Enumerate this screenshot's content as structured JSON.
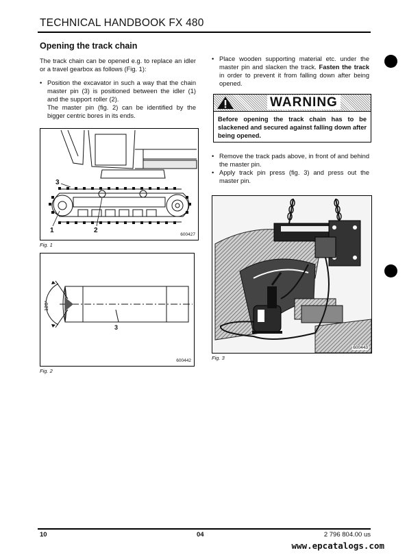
{
  "header": {
    "title": "TECHNICAL HANDBOOK FX 480"
  },
  "section": {
    "title": "Opening the track chain"
  },
  "left_column": {
    "intro": "The track chain can be opened e.g. to replace an idler or a travel gearbox as follows (Fig. 1):",
    "bullet1": "Position the excavator in such a way that the chain master pin (3) is positioned between the idler (1) and the support roller (2).",
    "note": "The master pin (fig. 2) can be identified by the bigger centric bores in its ends."
  },
  "right_column": {
    "bullet1_pre": "Place wooden supporting material etc. under the master pin and slacken the track.",
    "bullet1_bold": "Fasten the track",
    "bullet1_post": " in order to prevent it from falling down after being opened.",
    "warning_title": "WARNING",
    "warning_text": "Before opening the track chain has to be slackened and secured against falling down after being opened.",
    "bullet2": "Remove the track pads above, in front of and behind the master pin.",
    "bullet3": "Apply track pin press (fig. 3) and press out the master pin."
  },
  "figures": {
    "fig1": {
      "caption": "Fig. 1",
      "number": "600427",
      "label1": "1",
      "label2": "2",
      "label3": "3"
    },
    "fig2": {
      "caption": "Fig. 2",
      "number": "600442",
      "label3": "3",
      "angle": "120°"
    },
    "fig3": {
      "caption": "Fig. 3",
      "number": "600443"
    }
  },
  "footer": {
    "page": "10",
    "chapter": "04",
    "doc_number": "2 796 804.00 us"
  },
  "watermark": "www.epcatalogs.com",
  "colors": {
    "ink": "#111111",
    "shade": "#9a9a9a",
    "paper": "#ffffff"
  }
}
